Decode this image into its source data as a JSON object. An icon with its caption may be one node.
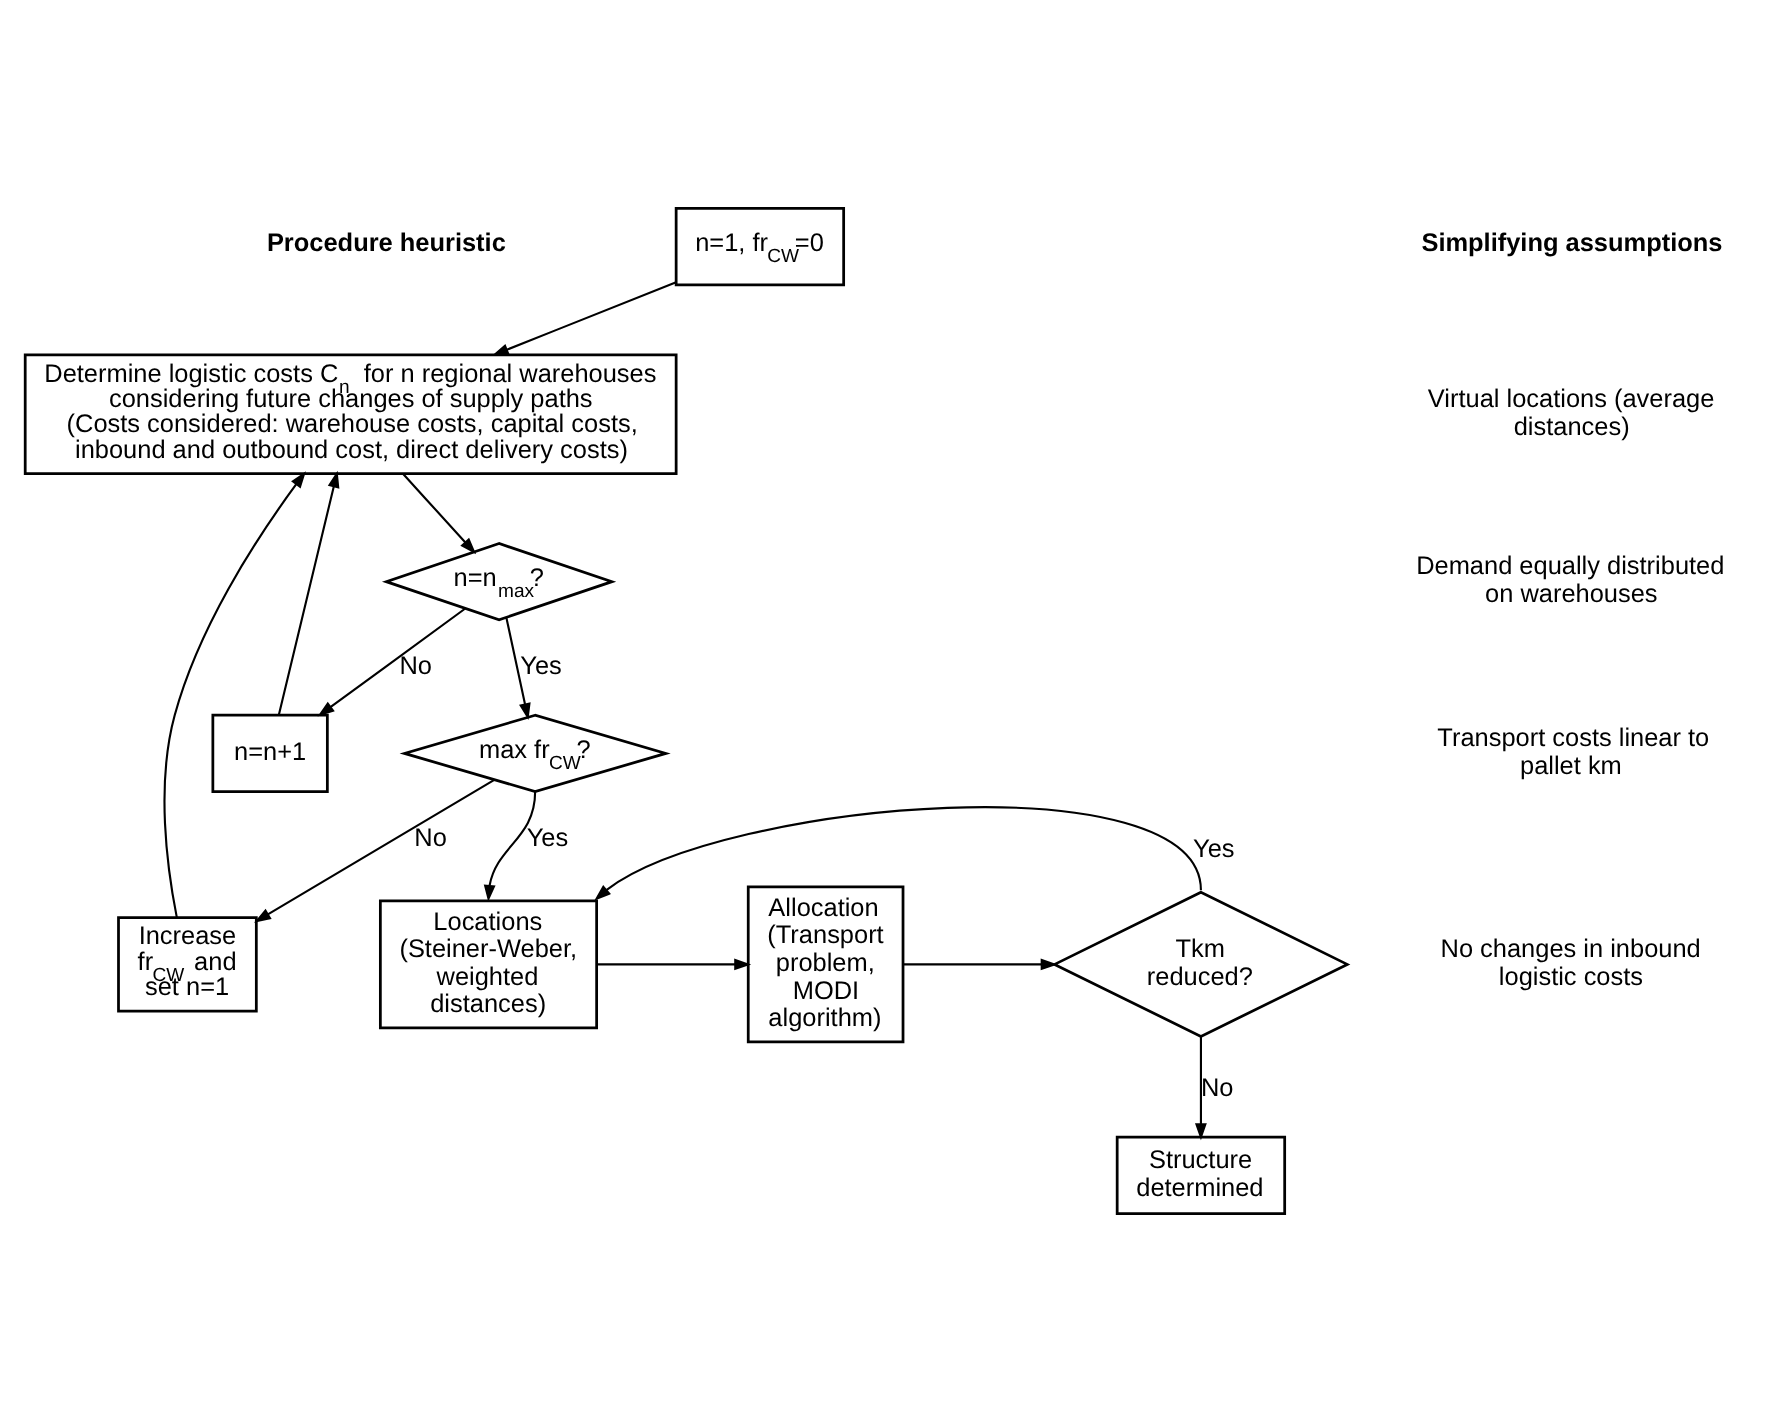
{
  "diagram": {
    "nodes": [
      {
        "text": [
          "n=1, fr$_{CW}$=0"
        ]
      },
      {
        "text": [
          "Determine logistic costs C$_{n}$ for n regional warehouses considering future changes of supply paths",
          "(Costs considered: warehouse costs, capital costs, inbound and outbound cost, direct delivery costs)"
        ]
      },
      {
        "text": [
          "n=n$_{max}$?"
        ]
      },
      {
        "text": [
          "n=n+1"
        ]
      },
      {
        "text": [
          "Increase fr$_{CW}$ and set n=1"
        ]
      },
      {
        "text": [
          "max fr$_{CW}$?"
        ]
      },
      {
        "text": [
          "Locations (Steiner-Weber, weighted distances)"
        ]
      },
      {
        "text": [
          "Allocation (Transport problem, MODI algorithm)"
        ]
      },
      {
        "text": [
          "Tkm reduced?"
        ]
      },
      {
        "text": [
          "Structure determined"
        ]
      }
    ],
    "edges": [
      {
        "from": 0,
        "to": 1,
        "arrow": "to"
      },
      {
        "from": 1,
        "to": 2,
        "arrow": "to"
      },
      {
        "from": 2,
        "to": 3,
        "arrow": "to",
        "label": "No"
      },
      {
        "from": 3,
        "to": 1,
        "arrow": "to"
      },
      {
        "from": 2,
        "to": 5,
        "arrow": "to",
        "label": "Yes"
      },
      {
        "from": 5,
        "to": 4,
        "arrow": "to",
        "label": "No"
      },
      {
        "from": 4,
        "to": 1,
        "arrow": "to"
      },
      {
        "from": 5,
        "to": 6,
        "arrow": "to",
        "label": "Yes"
      },
      {
        "from": 6,
        "to": 7,
        "arrow": "to"
      },
      {
        "from": 7,
        "to": 8,
        "arrow": "to"
      },
      {
        "from": 8,
        "to": 6,
        "arrow": "to",
        "label": "Yes"
      },
      {
        "from": 8,
        "to": 9,
        "arrow": "to",
        "label": "No"
      }
    ],
    "labels": [
      "Procedure heuristic",
      "Simplifying assumptions",
      "Virtual locations (average distances)",
      "Demand equally distributed on warehouses",
      "Transport costs linear to pallet km",
      "No changes in inbound logistic costs"
    ]
  }
}
